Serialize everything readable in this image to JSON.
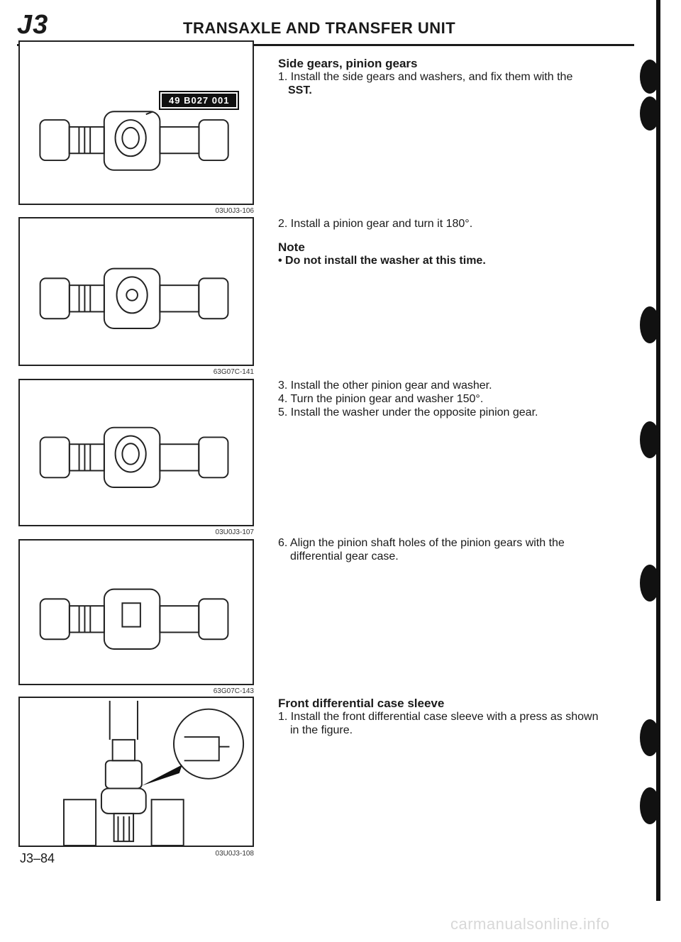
{
  "header": {
    "section_code": "J3",
    "title": "TRANSAXLE AND TRANSFER UNIT"
  },
  "figures": [
    {
      "code": "03U0J3-106",
      "sst_label": "49 B027 001"
    },
    {
      "code": "63G07C-141"
    },
    {
      "code": "03U0J3-107"
    },
    {
      "code": "63G07C-143"
    },
    {
      "code": "03U0J3-108"
    }
  ],
  "sections": {
    "side_gears": {
      "heading": "Side gears, pinion gears",
      "step1_text": "1. Install the side gears and washers, and fix them with the",
      "step1_sst": "SST.",
      "step2": "2. Install a pinion gear and turn it 180°.",
      "note_label": "Note",
      "note_item": "• Do not install the washer at this time.",
      "step3": "3. Install the other pinion gear and washer.",
      "step4": "4. Turn the pinion gear and washer 150°.",
      "step5": "5. Install the washer under the opposite pinion gear.",
      "step6_line1": "6. Align the pinion shaft holes of the pinion gears with the",
      "step6_line2": "differential gear case."
    },
    "front_sleeve": {
      "heading": "Front differential case sleeve",
      "step1_line1": "1. Install the front differential case sleeve with a press as shown",
      "step1_line2": "in the figure."
    }
  },
  "page_number": "J3–84",
  "watermark": "carmanualsonline.info"
}
